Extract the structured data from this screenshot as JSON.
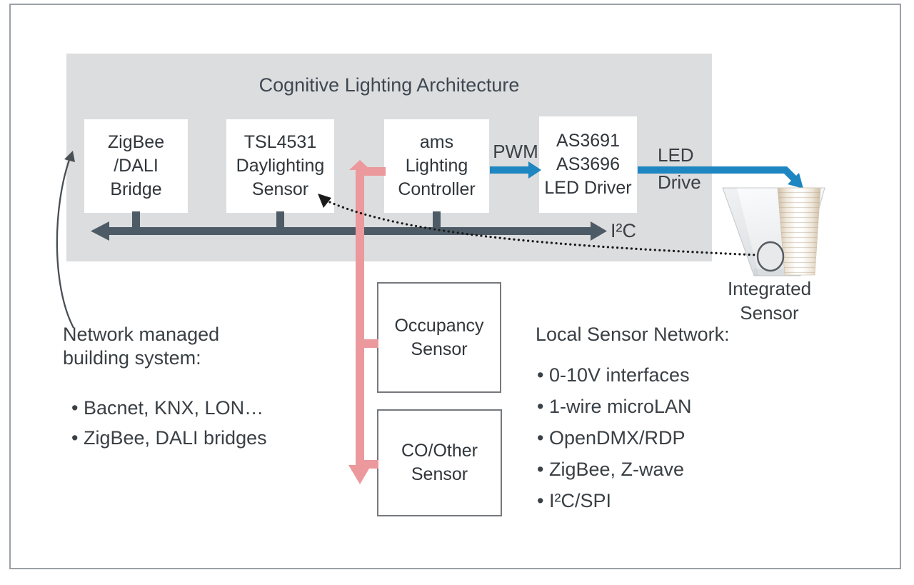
{
  "title": "Cognitive Lighting Architecture",
  "blocks": {
    "zigbee_bridge": {
      "lines": [
        "ZigBee",
        "/DALI",
        "Bridge"
      ]
    },
    "daylighting_sensor": {
      "lines": [
        "TSL4531",
        "Daylighting",
        "Sensor"
      ]
    },
    "lighting_controller": {
      "lines": [
        "ams",
        "Lighting",
        "Controller"
      ]
    },
    "led_driver": {
      "lines": [
        "AS3691",
        "AS3696",
        "LED Driver"
      ]
    },
    "occupancy_sensor": {
      "lines": [
        "Occupancy",
        "Sensor"
      ]
    },
    "co_other_sensor": {
      "lines": [
        "CO/Other",
        "Sensor"
      ]
    }
  },
  "labels": {
    "pwm": "PWM",
    "led_drive": [
      "LED",
      "Drive"
    ],
    "i2c": "I²C",
    "integrated_sensor": [
      "Integrated",
      "Sensor"
    ]
  },
  "left_note": {
    "heading": [
      "Network managed",
      "building system:"
    ],
    "bullets": [
      "Bacnet, KNX, LON…",
      "ZigBee, DALI bridges"
    ]
  },
  "right_note": {
    "heading": "Local Sensor Network:",
    "bullets": [
      "0-10V interfaces",
      "1-wire microLAN",
      "OpenDMX/RDP",
      "ZigBee, Z-wave",
      "I²C/SPI"
    ]
  },
  "colors": {
    "panel": "#DCDDDF",
    "bus": "#4D5B66",
    "pink": "#EC999D",
    "blue": "#1E86C0",
    "text": "#3A4045"
  }
}
